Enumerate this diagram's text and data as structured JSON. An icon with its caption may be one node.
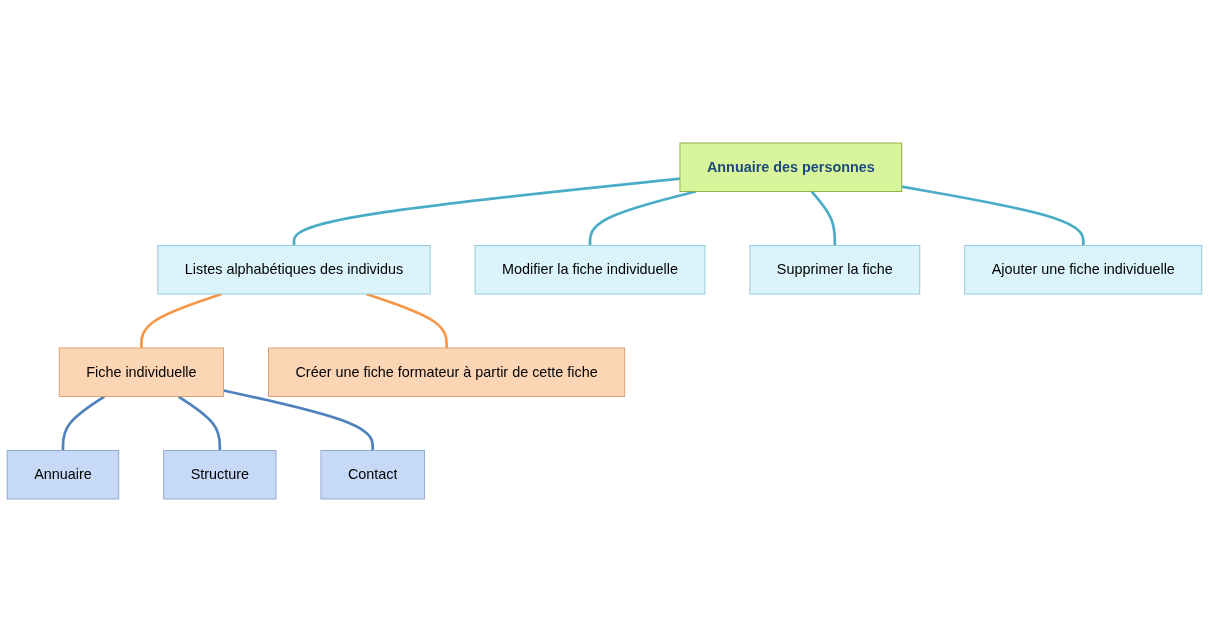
{
  "diagram": {
    "nodes": [
      {
        "text": [
          "Annuaire des personnes"
        ]
      },
      {
        "text": [
          "Listes alphabétiques des individus"
        ]
      },
      {
        "text": [
          "Modifier la fiche individuelle"
        ]
      },
      {
        "text": [
          "Supprimer la fiche"
        ]
      },
      {
        "text": [
          "Ajouter une fiche individuelle"
        ]
      },
      {
        "text": [
          "Fiche individuelle"
        ]
      },
      {
        "text": [
          "Créer une fiche formateur à partir de cette fiche"
        ]
      },
      {
        "text": [
          "Annuaire"
        ]
      },
      {
        "text": [
          "Structure"
        ]
      },
      {
        "text": [
          "Contact"
        ]
      }
    ],
    "edges": [
      {
        "from": 0,
        "to": 1,
        "arrow": "none"
      },
      {
        "from": 0,
        "to": 2,
        "arrow": "none"
      },
      {
        "from": 0,
        "to": 3,
        "arrow": "none"
      },
      {
        "from": 0,
        "to": 4,
        "arrow": "none"
      },
      {
        "from": 1,
        "to": 5,
        "arrow": "none",
        "color": "#f79646"
      },
      {
        "from": 1,
        "to": 6,
        "arrow": "none",
        "color": "#f79646"
      },
      {
        "from": 5,
        "to": 7,
        "arrow": "none",
        "color": "#4f81bd"
      },
      {
        "from": 5,
        "to": 8,
        "arrow": "none",
        "color": "#4f81bd"
      },
      {
        "from": 5,
        "to": 9,
        "arrow": "none",
        "color": "#4f81bd"
      }
    ]
  }
}
